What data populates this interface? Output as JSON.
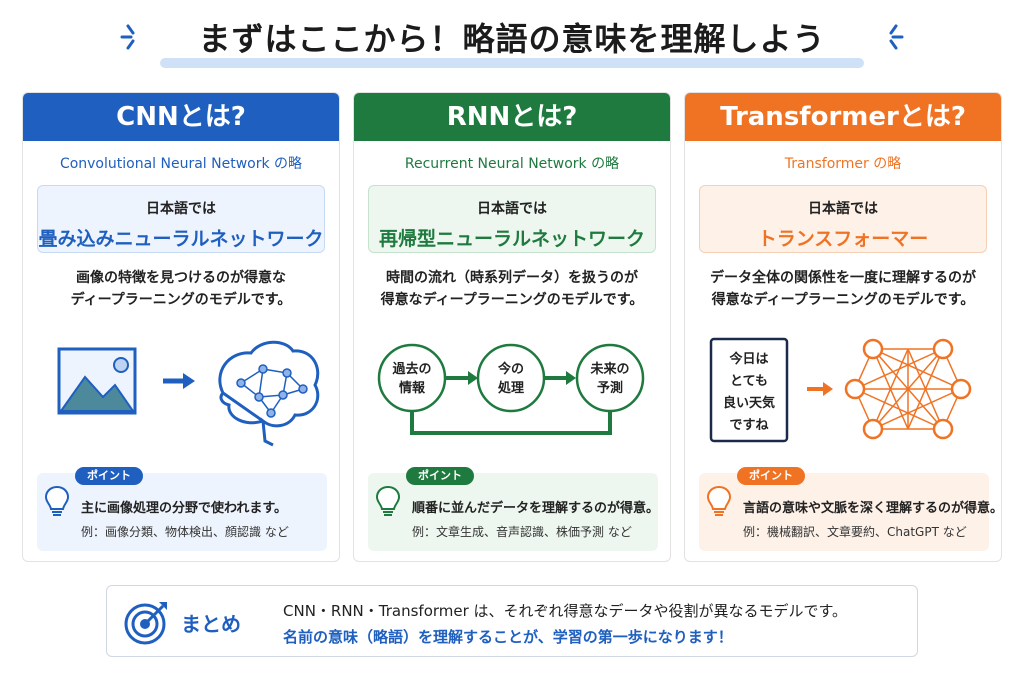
{
  "title": "まずはここから！略語の意味を理解しよう",
  "colors": {
    "blue": "#1f5fbf",
    "green": "#1e7a3e",
    "orange": "#f07324"
  },
  "cards": [
    {
      "heading": "CNNとは?",
      "full_name": "Convolutional Neural Network の略",
      "jp_label": "日本語では",
      "jp_name": "畳み込みニューラルネットワーク",
      "desc_line1": "画像の特徴を見つけるのが得意な",
      "desc_line2": "ディープラーニングのモデルです。",
      "point_badge": "ポイント",
      "point_main": "主に画像処理の分野で使われます。",
      "point_example": "例：画像分類、物体検出、顔認識 など",
      "illustration": [
        "image-icon",
        "arrow-right-icon",
        "brain-network-icon"
      ]
    },
    {
      "heading": "RNNとは?",
      "full_name": "Recurrent Neural Network の略",
      "jp_label": "日本語では",
      "jp_name": "再帰型ニューラルネットワーク",
      "desc_line1": "時間の流れ（時系列データ）を扱うのが",
      "desc_line2": "得意なディープラーニングのモデルです。",
      "flow": [
        {
          "line1": "過去の",
          "line2": "情報"
        },
        {
          "line1": "今の",
          "line2": "処理"
        },
        {
          "line1": "未来の",
          "line2": "予測"
        }
      ],
      "point_badge": "ポイント",
      "point_main": "順番に並んだデータを理解するのが得意。",
      "point_example": "例：文章生成、音声認識、株価予測 など"
    },
    {
      "heading": "Transformerとは?",
      "full_name": "Transformer の略",
      "jp_label": "日本語では",
      "jp_name": "トランスフォーマー",
      "desc_line1": "データ全体の関係性を一度に理解するのが",
      "desc_line2": "得意なディープラーニングのモデルです。",
      "text_box": [
        "今日は",
        "とても",
        "良い天気",
        "ですね"
      ],
      "point_badge": "ポイント",
      "point_main": "言語の意味や文脈を深く理解するのが得意。",
      "point_example": "例：機械翻訳、文章要約、ChatGPT など"
    }
  ],
  "summary": {
    "label": "まとめ",
    "line1": "CNN・RNN・Transformer は、それぞれ得意なデータや役割が異なるモデルです。",
    "line2": "名前の意味（略語）を理解することが、学習の第一歩になります！"
  }
}
